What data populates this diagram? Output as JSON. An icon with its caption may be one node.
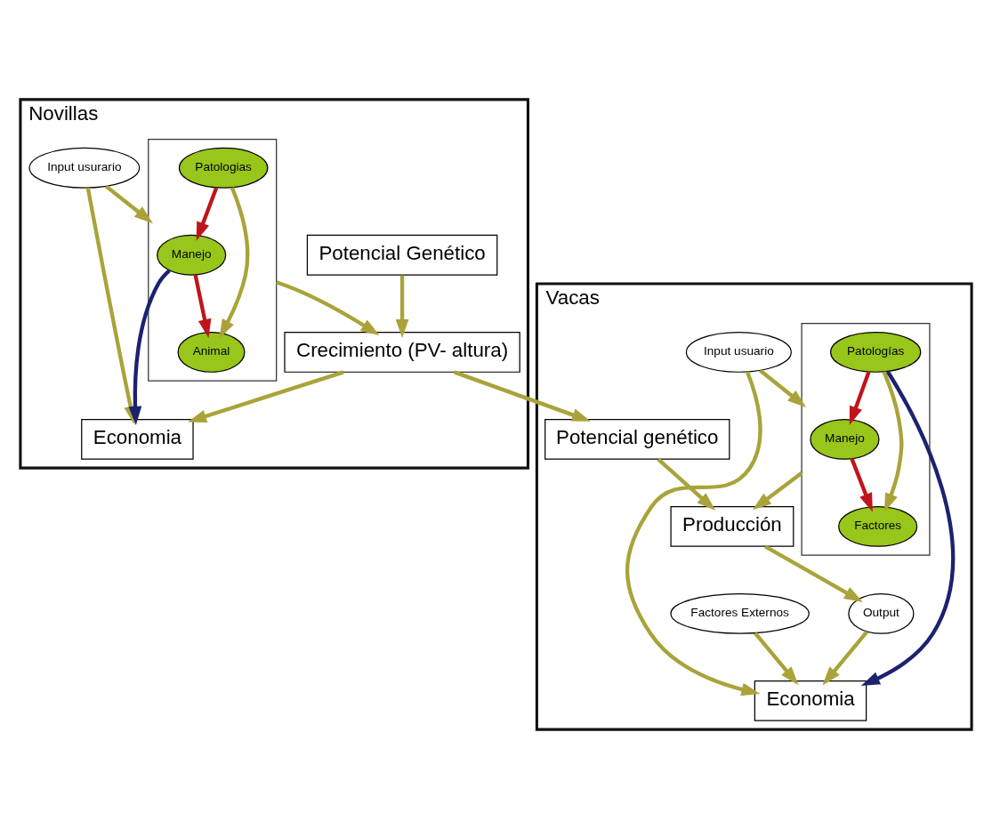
{
  "diagram": {
    "nodes": [
      {
        "text": [
          "Novillas"
        ]
      },
      {
        "text": [
          "Input usurario"
        ],
        "in": 0
      },
      {
        "text": [],
        "shape": "box",
        "in": 0
      },
      {
        "text": [
          "Manejo"
        ],
        "in": 2
      },
      {
        "text": [
          "Patologias"
        ],
        "in": 2
      },
      {
        "text": [
          "Animal"
        ],
        "in": 2
      },
      {
        "text": [
          "Economia"
        ],
        "in": 0
      },
      {
        "text": [
          "Crecimiento (PV- altura)"
        ],
        "in": 0
      },
      {
        "text": [
          "Potencial Genético"
        ],
        "in": 0
      },
      {
        "text": [
          "Vacas"
        ]
      },
      {
        "text": [],
        "shape": "box",
        "in": 9
      },
      {
        "text": [
          "Manejo"
        ],
        "in": 10
      },
      {
        "text": [
          "Patologías"
        ],
        "in": 10
      },
      {
        "text": [
          "Factores"
        ],
        "in": 10
      },
      {
        "text": [
          "Input usuario"
        ],
        "in": 9
      },
      {
        "text": [
          "Factores Externos"
        ],
        "in": 9
      },
      {
        "text": [
          "Economia"
        ],
        "in": 9
      },
      {
        "text": [
          "Potencial genético"
        ],
        "in": 9
      },
      {
        "text": [
          "Producción"
        ],
        "in": 9
      },
      {
        "text": [
          "Output"
        ],
        "in": 9
      }
    ],
    "edges": [
      {
        "from": 1,
        "to": 2,
        "arrow": "to"
      },
      {
        "from": 1,
        "to": 6,
        "arrow": "to"
      },
      {
        "from": 4,
        "to": 3,
        "arrow": "to",
        "color": "#c0141c"
      },
      {
        "from": 3,
        "to": 5,
        "arrow": "to",
        "color": "#c0141c"
      },
      {
        "from": 4,
        "to": 5,
        "arrow": "to"
      },
      {
        "from": 3,
        "to": 6,
        "arrow": "to",
        "color": "#1c2270"
      },
      {
        "from": 2,
        "to": 7,
        "arrow": "to"
      },
      {
        "from": 8,
        "to": 7,
        "arrow": "to"
      },
      {
        "from": 7,
        "to": 6,
        "arrow": "to"
      },
      {
        "from": 7,
        "to": 17,
        "arrow": "to"
      },
      {
        "from": 14,
        "to": 10,
        "arrow": "to"
      },
      {
        "from": 12,
        "to": 11,
        "arrow": "to",
        "color": "#c0141c"
      },
      {
        "from": 11,
        "to": 13,
        "arrow": "to",
        "color": "#c0141c"
      },
      {
        "from": 12,
        "to": 13,
        "arrow": "to"
      },
      {
        "from": 12,
        "to": 16,
        "arrow": "to",
        "color": "#1c2270"
      },
      {
        "from": 14,
        "to": 16,
        "arrow": "to"
      },
      {
        "from": 15,
        "to": 16,
        "arrow": "to"
      },
      {
        "from": 10,
        "to": 18,
        "arrow": "to"
      },
      {
        "from": 17,
        "to": 18,
        "arrow": "to"
      },
      {
        "from": 18,
        "to": 19,
        "arrow": "to"
      },
      {
        "from": 19,
        "to": 16,
        "arrow": "to"
      }
    ]
  }
}
